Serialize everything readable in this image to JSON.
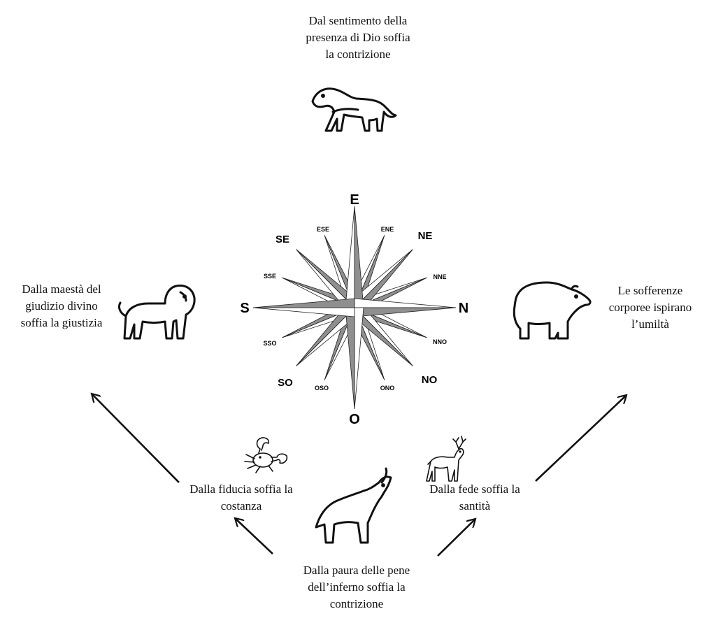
{
  "texts": {
    "top": "Dal sentimento della\npresenza di Dio soffia\nla contrizione",
    "left": "Dalla maestà del\ngiudizio divino\nsoffia la giustizia",
    "right": "Le sofferenze\ncorporee ispirano\nl’umiltà",
    "crab": "Dalla fiducia soffia la\ncostanza",
    "deer": "Dalla fede soffia la\nsantità",
    "bottom": "Dalla paura delle pene\ndell’inferno soffia la\ncontrizione"
  },
  "compass": {
    "main": {
      "top": "E",
      "right": "N",
      "bottom": "O",
      "left": "S"
    },
    "inter": {
      "ne": "NE",
      "se": "SE",
      "so": "SO",
      "no": "NO"
    },
    "minor": {
      "ene": "ENE",
      "nne": "NNE",
      "nno": "NNO",
      "ono": "ONO",
      "oso": "OSO",
      "sso": "SSO",
      "sse": "SSE",
      "ese": "ESE"
    }
  },
  "icons": [
    "panther-icon",
    "lion-icon",
    "bear-icon",
    "crab-icon",
    "deer-icon",
    "wolf-icon"
  ]
}
